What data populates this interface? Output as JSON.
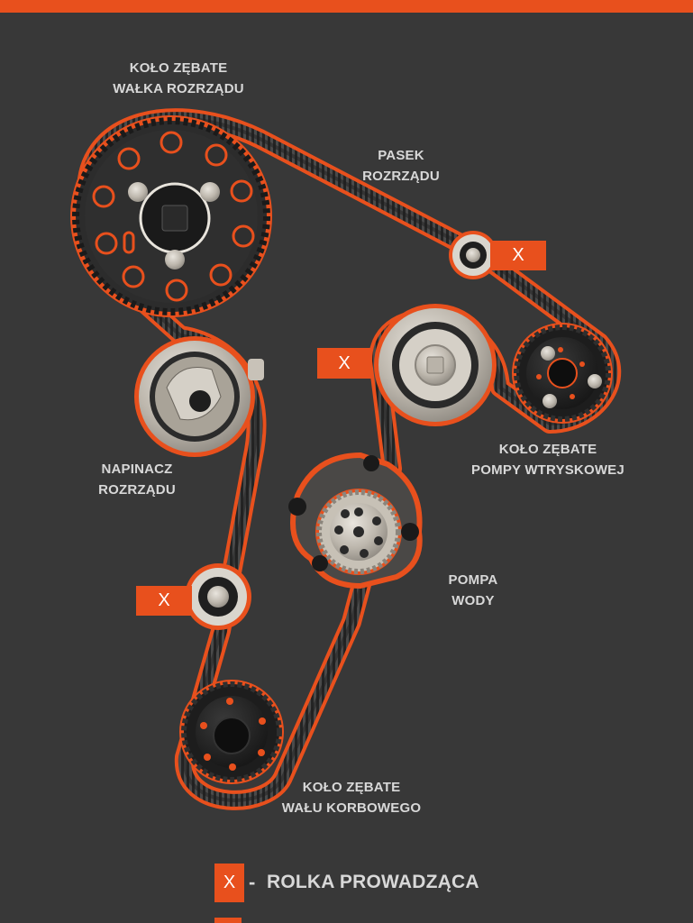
{
  "labels": {
    "camshaft_gear": [
      "KOŁO ZĘBATE",
      "WAŁKA ROZRZĄDU"
    ],
    "timing_belt": [
      "PASEK",
      "ROZRZĄDU"
    ],
    "injection_pump_gear": [
      "KOŁO ZĘBATE",
      "POMPY WTRYSKOWEJ"
    ],
    "tensioner": [
      "NAPINACZ",
      "ROZRZĄDU"
    ],
    "water_pump": [
      "POMPA",
      "WODY"
    ],
    "crankshaft_gear": [
      "KOŁO ZĘBATE",
      "WAŁU KORBOWEGO"
    ]
  },
  "marker": "X",
  "legend": {
    "marker": "X",
    "dash": "-",
    "text": "ROLKA PROWADZĄCA"
  },
  "colors": {
    "accent": "#e8501d",
    "background": "#383838",
    "belt": "#2a2a2a",
    "metal": "#c9c4bb",
    "label": "#d8d8d8"
  }
}
